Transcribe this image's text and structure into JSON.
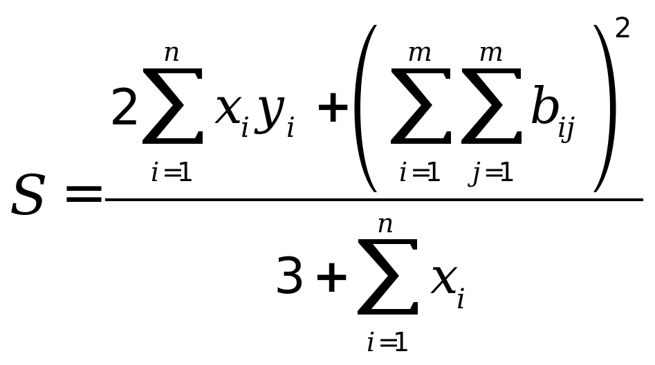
{
  "formula": {
    "lhs": "S",
    "equals": "=",
    "numerator": {
      "coefficient": "2",
      "sum1": {
        "upper": "n",
        "lower_var": "i",
        "lower_eq": "=",
        "lower_val": "1"
      },
      "term1": {
        "x": "x",
        "x_sub": "i",
        "y": "y",
        "y_sub": "i"
      },
      "plus": "+",
      "sum2": {
        "upper": "m",
        "lower_var": "i",
        "lower_eq": "=",
        "lower_val": "1"
      },
      "sum3": {
        "upper": "m",
        "lower_var": "j",
        "lower_eq": "=",
        "lower_val": "1"
      },
      "term2": {
        "b": "b",
        "b_sub": "ij"
      },
      "exponent": "2"
    },
    "denominator": {
      "constant": "3",
      "plus": "+",
      "sum": {
        "upper": "n",
        "lower_var": "i",
        "lower_eq": "=",
        "lower_val": "1"
      },
      "term": {
        "x": "x",
        "x_sub": "i"
      }
    }
  }
}
